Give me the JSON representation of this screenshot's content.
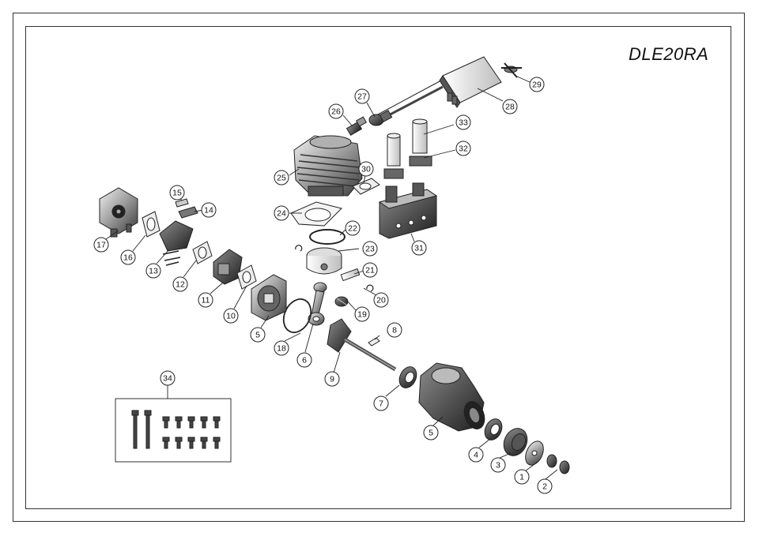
{
  "title": "DLE20RA",
  "callouts": [
    "1",
    "2",
    "3",
    "4",
    "5",
    "5",
    "6",
    "7",
    "8",
    "9",
    "10",
    "11",
    "12",
    "13",
    "14",
    "15",
    "16",
    "17",
    "18",
    "19",
    "20",
    "21",
    "22",
    "23",
    "24",
    "25",
    "26",
    "27",
    "28",
    "29",
    "30",
    "31",
    "32",
    "33",
    "34"
  ],
  "colors": {
    "line": "#222222",
    "fill_dark": "#4a4a4a",
    "fill_mid": "#8a8a8a",
    "fill_light": "#d9d9d9",
    "paper": "#ffffff"
  }
}
